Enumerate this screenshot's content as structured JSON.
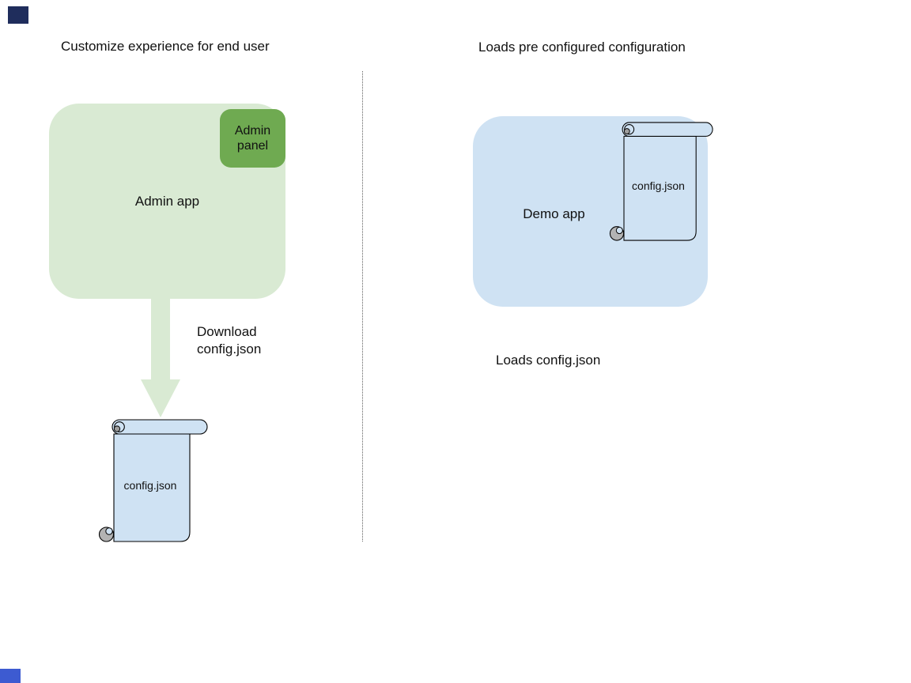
{
  "window": {
    "background": "#ffffff",
    "top_left_marker_color": "#1f2d5c",
    "bottom_left_marker_color": "#3d5bd1"
  },
  "left_panel": {
    "title": "Customize experience for end user",
    "admin_app_label": "Admin app",
    "admin_panel_label": "Admin panel",
    "arrow_label": "Download\nconfig.json",
    "config_file_label": "config.json",
    "colors": {
      "admin_app_fill": "#d9ead3",
      "admin_panel_fill": "#6faa51",
      "arrow_fill": "#d9ead3"
    }
  },
  "right_panel": {
    "title": "Loads pre configured configuration",
    "demo_app_label": "Demo app",
    "config_file_label": "config.json",
    "caption": "Loads config.json",
    "colors": {
      "demo_app_fill": "#cfe2f3"
    }
  },
  "shared": {
    "scroll_fill": "#cfe2f3",
    "scroll_stroke": "#000000",
    "divider_color": "#5f5f5f"
  }
}
